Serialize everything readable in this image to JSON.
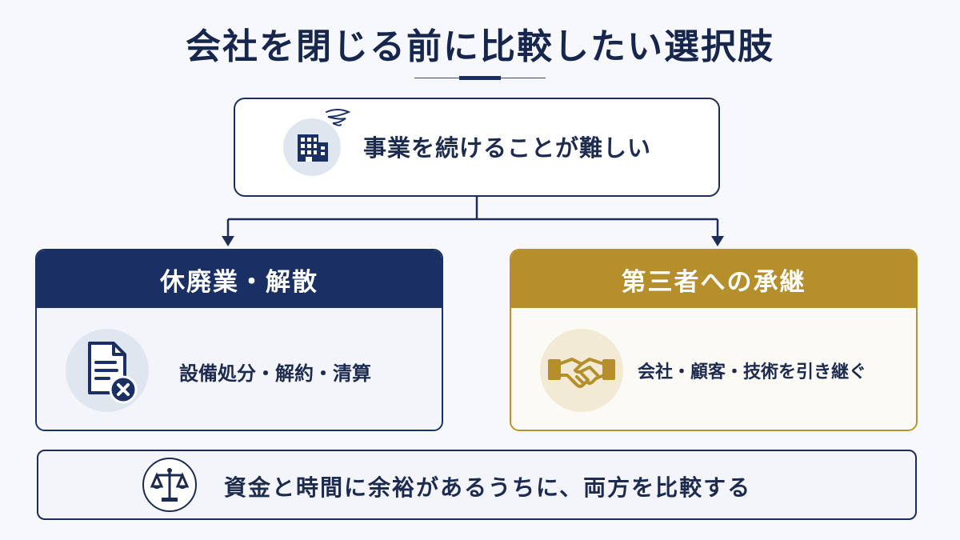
{
  "title": "会社を閉じる前に比較したい選択肢",
  "top": {
    "text": "事業を続けることが難しい",
    "icon": "building-icon"
  },
  "cards": [
    {
      "header": "休廃業・解散",
      "body": "設備処分・解約・清算",
      "icon": "document-cancel-icon",
      "color": "#1a2f63"
    },
    {
      "header": "第三者への承継",
      "body": "会社・顧客・技術を引き継ぐ",
      "icon": "handshake-icon",
      "color": "#b58f2b"
    }
  ],
  "bottom": {
    "text": "資金と時間に余裕があるうちに、両方を比較する",
    "icon": "balance-scale-icon"
  }
}
